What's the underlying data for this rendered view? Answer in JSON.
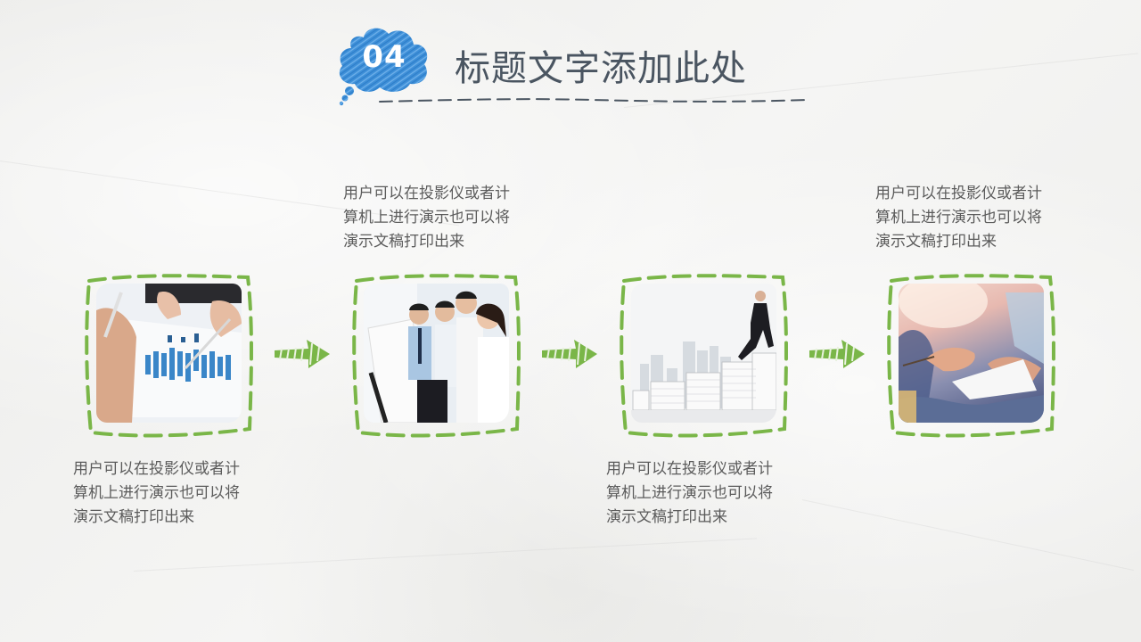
{
  "header": {
    "section_number": "04",
    "title": "标题文字添加此处",
    "badge_color": "#3d8fd8",
    "title_color": "#4a5561"
  },
  "accent_color": "#7ab648",
  "steps": [
    {
      "image": "business-chart-analysis-photo",
      "description": "用户可以在投影仪或者计算机上进行演示也可以将演示文稿打印出来",
      "lines": [
        "用户可以在投影仪或者计",
        "算机上进行演示也可以将",
        "演示文稿打印出来"
      ],
      "text_position": "below"
    },
    {
      "image": "team-presentation-photo",
      "description": "用户可以在投影仪或者计算机上进行演示也可以将演示文稿打印出来",
      "lines": [
        "用户可以在投影仪或者计",
        "算机上进行演示也可以将",
        "演示文稿打印出来"
      ],
      "text_position": "above"
    },
    {
      "image": "man-climbing-book-stairs-photo",
      "description": "用户可以在投影仪或者计算机上进行演示也可以将演示文稿打印出来",
      "lines": [
        "用户可以在投影仪或者计",
        "算机上进行演示也可以将",
        "演示文稿打印出来"
      ],
      "text_position": "below"
    },
    {
      "image": "handshake-documents-photo",
      "description": "用户可以在投影仪或者计算机上进行演示也可以将演示文稿打印出来",
      "lines": [
        "用户可以在投影仪或者计",
        "算机上进行演示也可以将",
        "演示文稿打印出来"
      ],
      "text_position": "above"
    }
  ],
  "arrows": [
    "arrow-right-icon",
    "arrow-right-icon",
    "arrow-right-icon"
  ]
}
